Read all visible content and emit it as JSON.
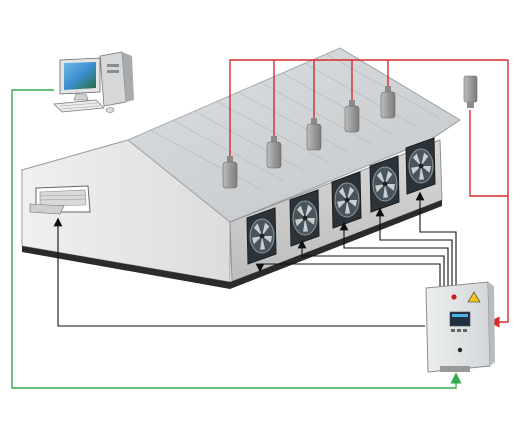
{
  "colors": {
    "background": "#ffffff",
    "sensor_wire": "#d42b2b",
    "network_wire": "#2fae4a",
    "control_wire": "#111111",
    "wall": "#e6e6e6",
    "roof": "#cfd2d4",
    "cabinet": "#e3e5e6",
    "cabinet_screen": "#1f2f44",
    "warning_sign": "#f2c318",
    "lamp_red": "#cc1f1f",
    "monitor_screen": "#3a8fd0"
  },
  "icons": {
    "computer": "desktop-computer-icon",
    "fan": "exhaust-fan-icon",
    "sensor": "climate-sensor-icon",
    "inlet": "air-inlet-icon",
    "controller": "control-cabinet-icon",
    "warning": "warning-triangle-icon"
  },
  "components": {
    "fan_count": 5,
    "roof_sensor_count": 5,
    "outdoor_sensor_count": 1,
    "air_inlet_count": 1,
    "controller_count": 1,
    "computer_count": 1
  }
}
